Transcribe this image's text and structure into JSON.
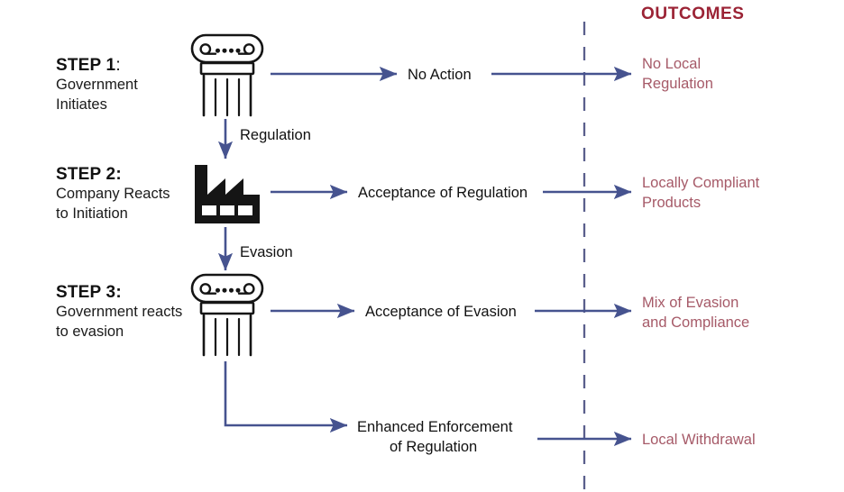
{
  "meta": {
    "title": "Regulation, Evasion and Enforcement Flow Diagram",
    "background_color": "#ffffff"
  },
  "palette": {
    "arrow_blue": "#46538f",
    "outcome_rose": "#a65a68",
    "outcomes_title_crimson": "#9b2335",
    "icon_black": "#151515",
    "divider_slate": "#5a5f8c",
    "text_black": "#111111"
  },
  "header": {
    "outcomes_title": "OUTCOMES"
  },
  "divider": {
    "name": "outcomes-divider",
    "style": "dashed-vertical"
  },
  "steps": [
    {
      "id": "step-1",
      "number": "STEP 1",
      "colon": ":",
      "colon_bold": false,
      "description_line1": "Government",
      "description_line2": "Initiates",
      "icon": "greek-column-icon"
    },
    {
      "id": "step-2",
      "number": "STEP 2",
      "colon": ":",
      "colon_bold": true,
      "description_line1": "Company Reacts",
      "description_line2": "to Initiation",
      "icon": "factory-icon"
    },
    {
      "id": "step-3",
      "number": "STEP 3",
      "colon": ":",
      "colon_bold": true,
      "description_line1": "Government reacts",
      "description_line2": "to evasion",
      "icon": "greek-column-icon"
    }
  ],
  "branch_labels": [
    {
      "id": "branch-regulation",
      "label": "Regulation"
    },
    {
      "id": "branch-evasion",
      "label": "Evasion"
    }
  ],
  "flows": [
    {
      "id": "flow-no-action",
      "middle_line1": "No Action",
      "middle_line2": "",
      "outcome_line1": "No Local",
      "outcome_line2": "Regulation"
    },
    {
      "id": "flow-acceptance-of-regulation",
      "middle_line1": "Acceptance of Regulation",
      "middle_line2": "",
      "outcome_line1": "Locally Compliant",
      "outcome_line2": "Products"
    },
    {
      "id": "flow-acceptance-of-evasion",
      "middle_line1": "Acceptance of Evasion",
      "middle_line2": "",
      "outcome_line1": "Mix of Evasion",
      "outcome_line2": "and Compliance"
    },
    {
      "id": "flow-enhanced-enforcement",
      "middle_line1": "Enhanced Enforcement",
      "middle_line2": "of Regulation",
      "outcome_line1": "Local Withdrawal",
      "outcome_line2": ""
    }
  ]
}
